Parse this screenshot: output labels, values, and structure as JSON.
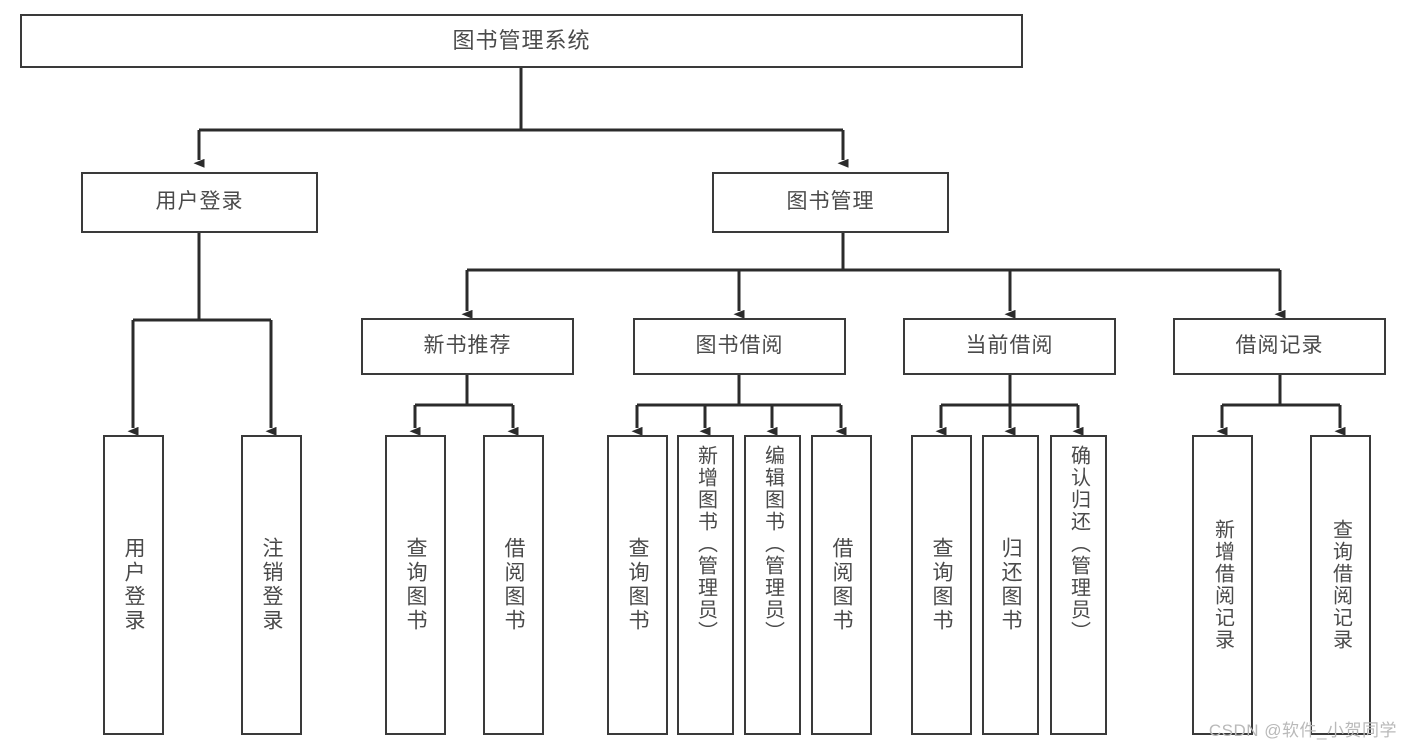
{
  "diagram": {
    "title": "图书管理系统",
    "type": "tree-hierarchy-chart",
    "watermark": "CSDN @软件_小贺同学",
    "colors": {
      "box_border": "#3a3a3a",
      "box_fill": "#ffffff",
      "text": "#4a4a4a",
      "connector": "#2b2b2b",
      "watermark": "#b9b9b9",
      "background": "#ffffff"
    },
    "nodes": {
      "root": {
        "label": "图书管理系统"
      },
      "level2": [
        {
          "id": "user-login",
          "label": "用户登录"
        },
        {
          "id": "book-management",
          "label": "图书管理"
        }
      ],
      "level3": [
        {
          "id": "new-book-recommend",
          "label": "新书推荐"
        },
        {
          "id": "book-borrow",
          "label": "图书借阅"
        },
        {
          "id": "current-borrow",
          "label": "当前借阅"
        },
        {
          "id": "borrow-record",
          "label": "借阅记录"
        }
      ],
      "leaves": {
        "user-login": [
          {
            "id": "leaf-user-login",
            "label": "用户登录"
          },
          {
            "id": "leaf-logout",
            "label": "注销登录"
          }
        ],
        "new-book-recommend": [
          {
            "id": "leaf-query-book-1",
            "label": "查询图书"
          },
          {
            "id": "leaf-borrow-book-1",
            "label": "借阅图书"
          }
        ],
        "book-borrow": [
          {
            "id": "leaf-query-book-2",
            "label": "查询图书"
          },
          {
            "id": "leaf-add-book",
            "label": "新增图书（管理员）"
          },
          {
            "id": "leaf-edit-book",
            "label": "编辑图书（管理员）"
          },
          {
            "id": "leaf-borrow-book-2",
            "label": "借阅图书"
          }
        ],
        "current-borrow": [
          {
            "id": "leaf-query-book-3",
            "label": "查询图书"
          },
          {
            "id": "leaf-return-book",
            "label": "归还图书"
          },
          {
            "id": "leaf-confirm-return",
            "label": "确认归还（管理员）"
          }
        ],
        "borrow-record": [
          {
            "id": "leaf-add-record",
            "label": "新增借阅记录"
          },
          {
            "id": "leaf-query-record",
            "label": "查询借阅记录"
          }
        ]
      }
    }
  }
}
